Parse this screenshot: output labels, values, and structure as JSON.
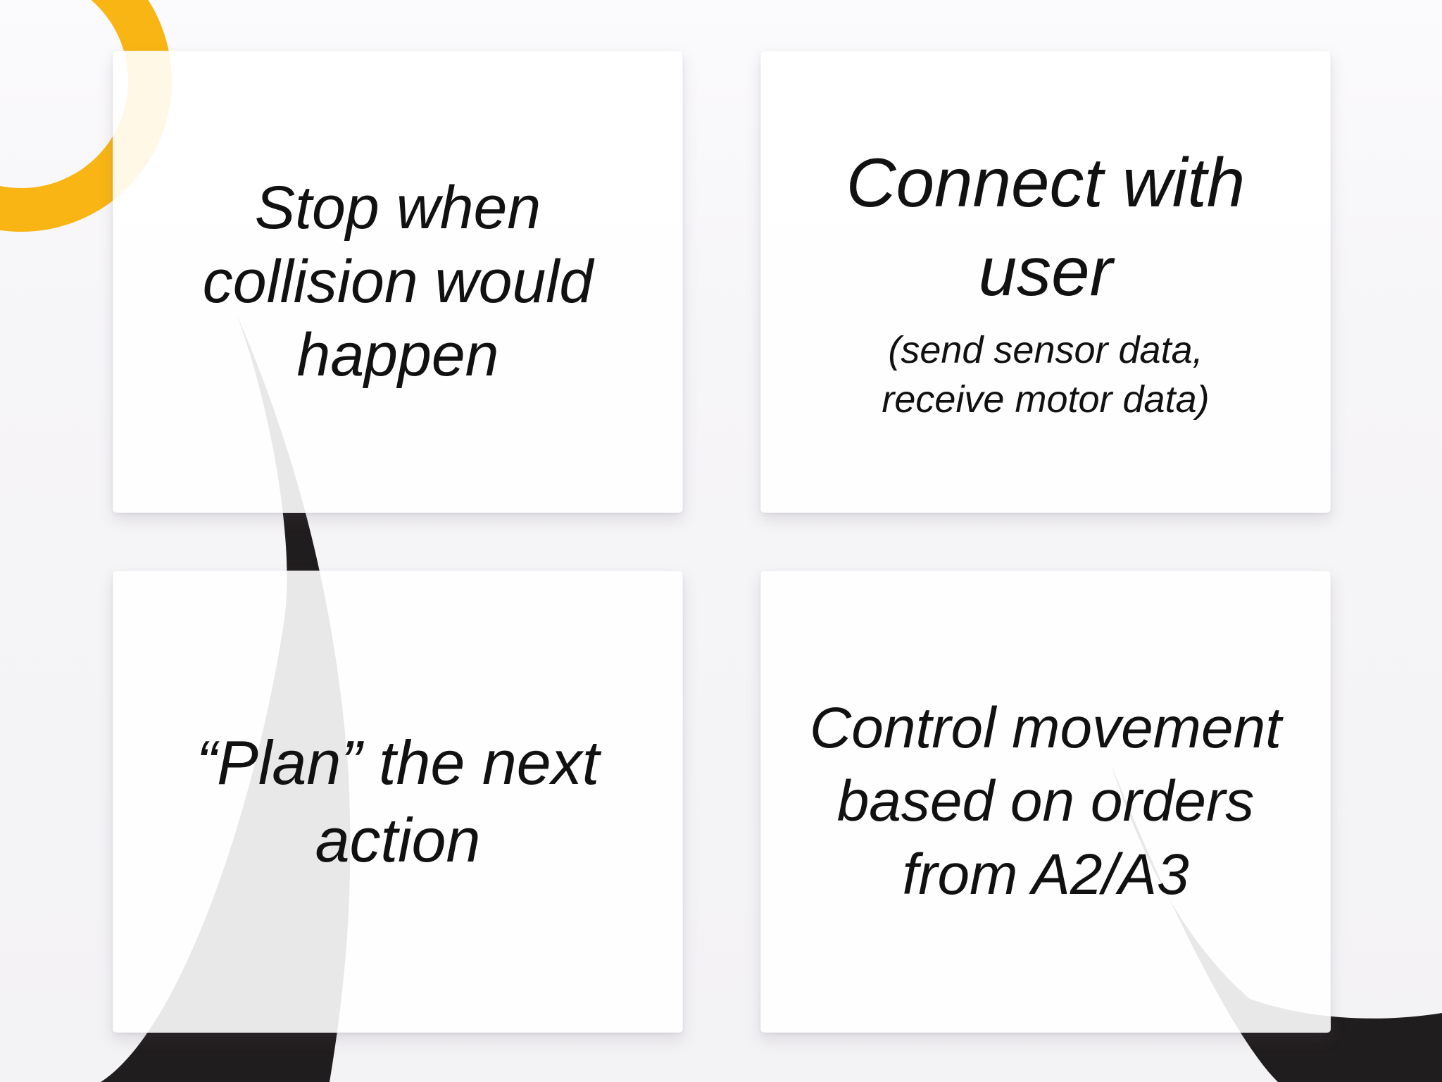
{
  "slide": {
    "background_top": "#fbfafc",
    "background_bottom": "#f3f2f4",
    "text_color": "#111111",
    "card_background": "rgba(255,255,255,0.9)"
  },
  "colors": {
    "accent_yellow": "#F8B513",
    "swoosh_black": "#201D1E"
  },
  "decor": {
    "ring_name": "yellow-ring-decoration",
    "left_swoosh_name": "left-black-swoosh-decoration",
    "right_swoosh_name": "right-black-swoosh-corner-decoration"
  },
  "cards": [
    {
      "id": "stop-collision",
      "lines": [
        "Stop when",
        "collision would",
        "happen"
      ]
    },
    {
      "id": "connect-user",
      "lines": [
        "Connect with",
        "user"
      ],
      "sublines": [
        "(send sensor data,",
        "receive motor data)"
      ]
    },
    {
      "id": "plan-action",
      "lines": [
        "“Plan” the next",
        "action"
      ]
    },
    {
      "id": "control-movement",
      "lines": [
        "Control movement",
        "based on orders",
        "from A2/A3"
      ]
    }
  ]
}
